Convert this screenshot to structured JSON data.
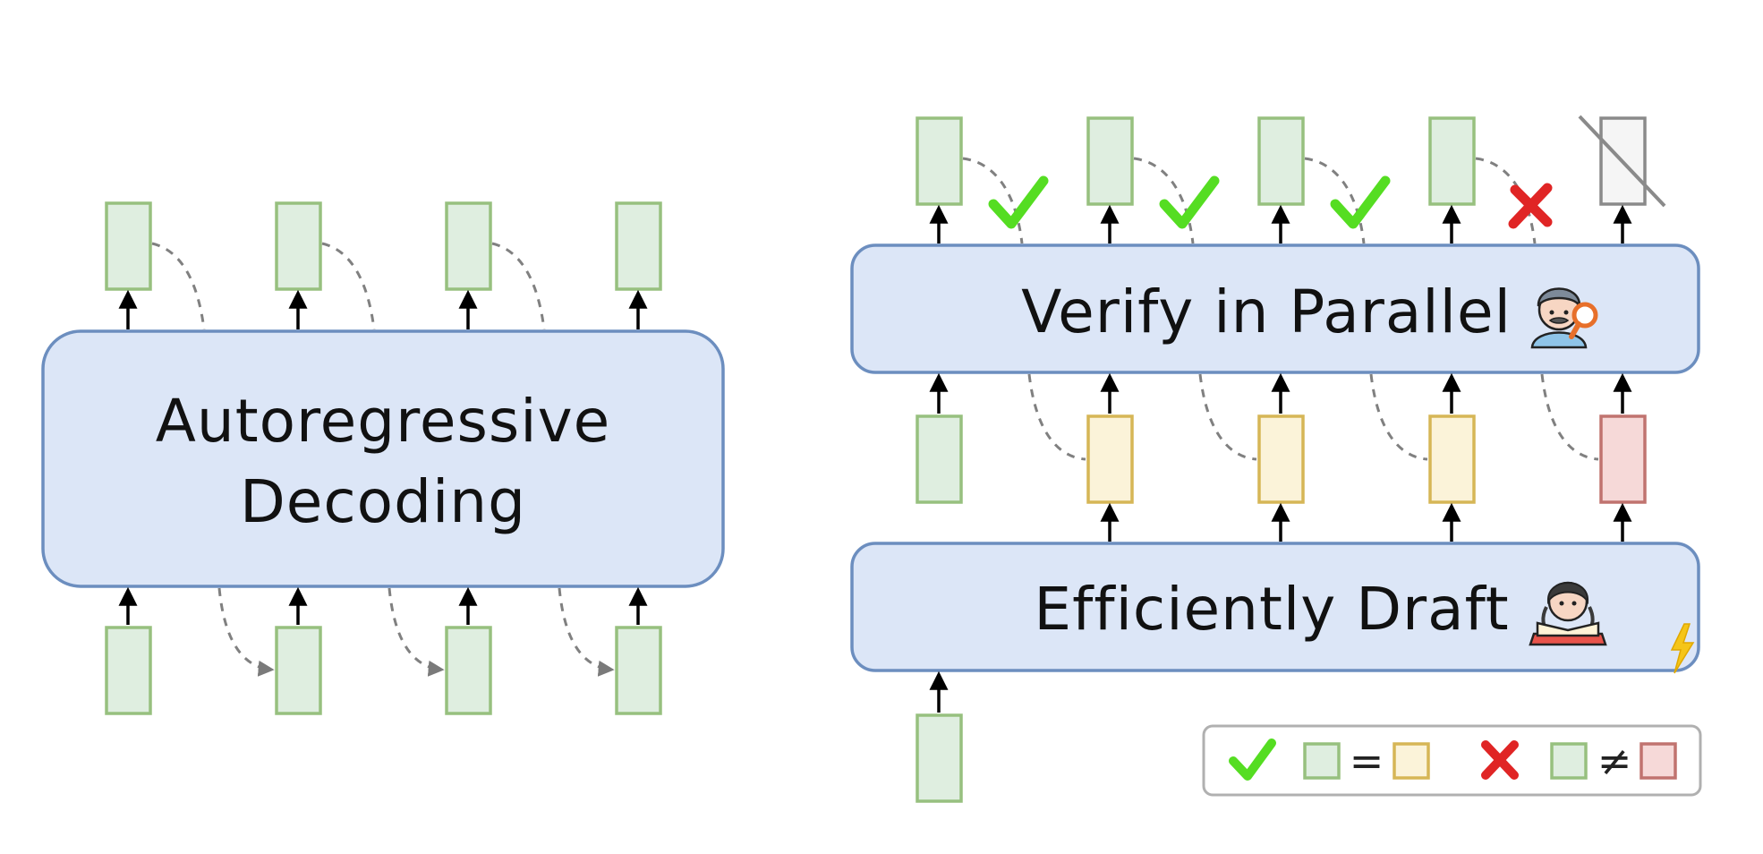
{
  "diagram": {
    "left_panel": {
      "box_label_line1": "Autoregressive",
      "box_label_line2": "Decoding",
      "input_token_count": 4,
      "output_token_count": 4
    },
    "right_panel": {
      "verify_label": "Verify in Parallel",
      "draft_label": "Efficiently Draft",
      "verify_results": [
        "accept",
        "accept",
        "accept",
        "reject"
      ],
      "draft_token_states": [
        "input",
        "match",
        "match",
        "match",
        "mismatch"
      ]
    },
    "legend": {
      "equal_symbol": "=",
      "not_equal_symbol": "≠",
      "accept_icon": "check-icon",
      "reject_icon": "cross-icon"
    },
    "colors": {
      "box_fill": "#dce6f7",
      "box_stroke": "#6c8ebf",
      "green_fill": "#dfeee0",
      "green_stroke": "#97c07f",
      "yellow_fill": "#fbf3d9",
      "yellow_stroke": "#d6b656",
      "red_fill": "#f6d9d8",
      "red_stroke": "#c0736f",
      "gray_fill": "#f5f5f5",
      "gray_stroke": "#8a8a8a",
      "check": "#55dd22",
      "cross": "#e02525",
      "bolt": "#f5c518"
    }
  }
}
